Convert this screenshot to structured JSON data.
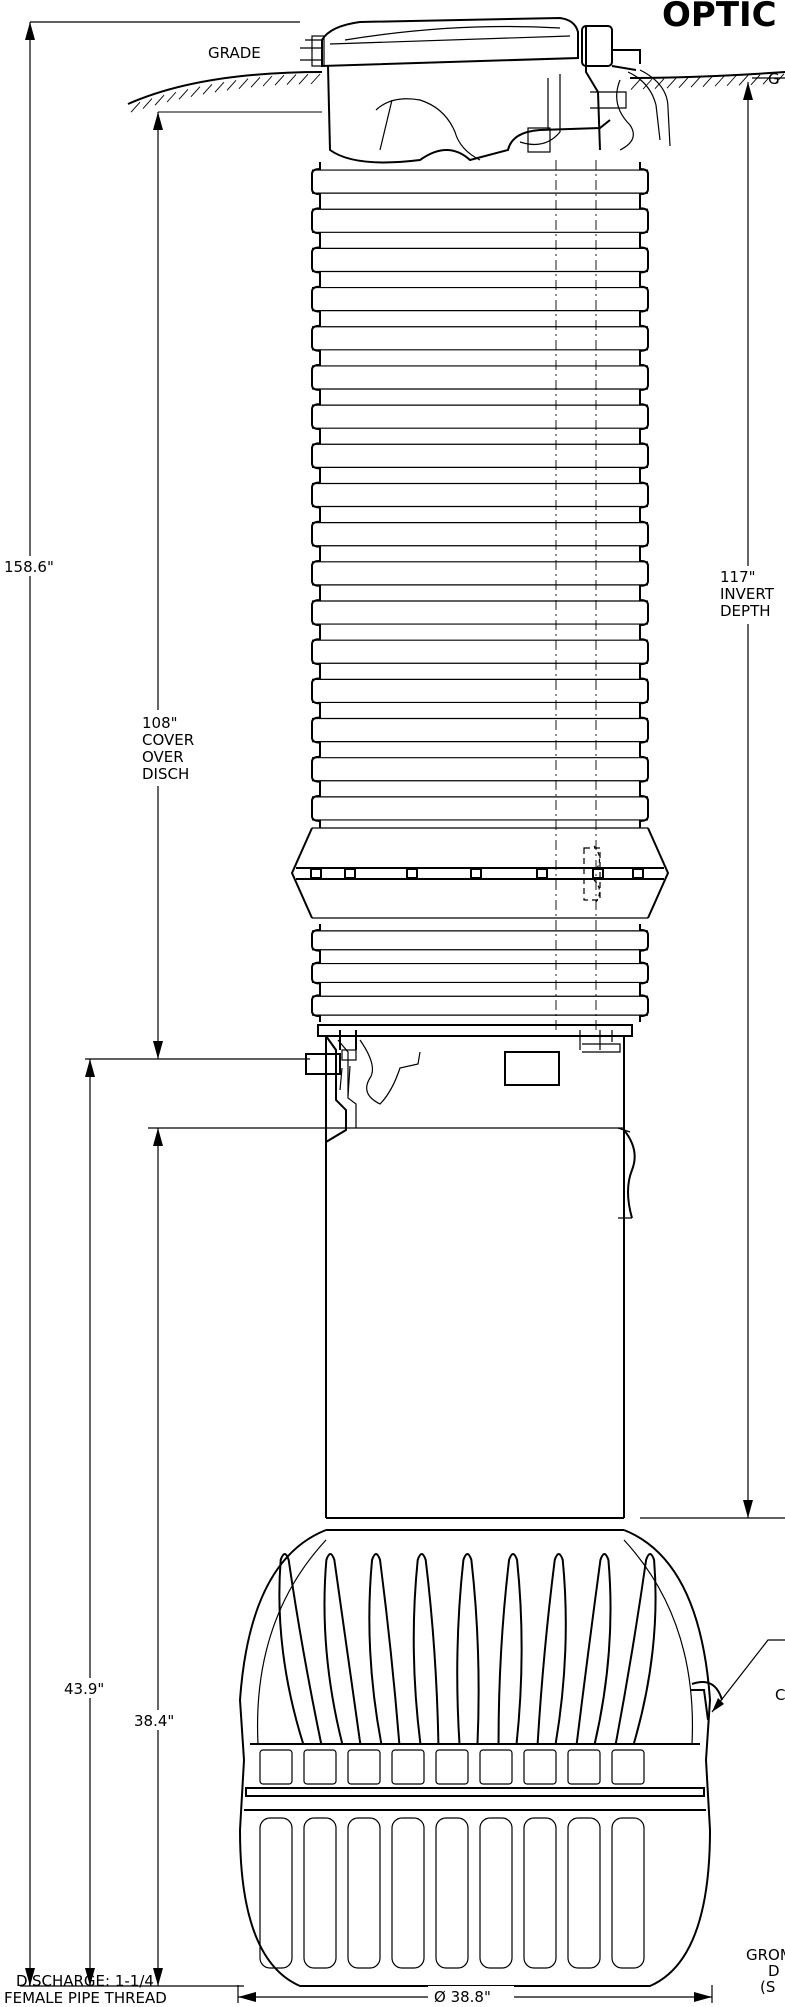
{
  "drawing": {
    "title": "OPTIC",
    "grade_label": "GRADE",
    "grade_label_right": "G",
    "right_callout_label": "C",
    "dimensions": {
      "overall_height": "158.6\"",
      "cover_over_disch": [
        "108\"",
        "COVER",
        "OVER",
        "DISCH"
      ],
      "invert_depth": [
        "117\"",
        "INVERT",
        "DEPTH"
      ],
      "discharge_height": "43.9\"",
      "inlet_height": "38.4\"",
      "diameter": "Ø 38.8\""
    },
    "discharge_note": [
      "DISCHARGE: 1-1/4",
      "FEMALE PIPE THREAD"
    ],
    "grommet_note": [
      "GROM",
      "D",
      "(S"
    ]
  }
}
